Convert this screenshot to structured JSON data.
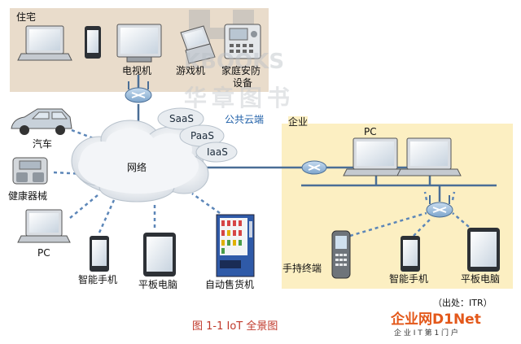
{
  "labels": {
    "home": "住宅",
    "tv": "电视机",
    "game_console": "游戏机",
    "home_security_line1": "家庭安防",
    "home_security_line2": "设备",
    "saas": "SaaS",
    "paas": "PaaS",
    "iaas": "IaaS",
    "public_cloud": "公共云端",
    "enterprise": "企业",
    "enterprise_pc": "PC",
    "car": "汽车",
    "fitness": "健康器械",
    "network": "网络",
    "pc": "PC",
    "smartphone": "智能手机",
    "tablet": "平板电脑",
    "vending": "自动售货机",
    "handheld": "手持终端",
    "ent_smartphone": "智能手机",
    "ent_tablet": "平板电脑"
  },
  "caption": "图 1-1   IoT 全景图",
  "source": "（出处：ITR）",
  "watermark": {
    "latin": "KBOOKS",
    "cjk": "华章图书"
  },
  "logo": {
    "main": "企业网D1Net",
    "sub": "企 业 I T 第 1 门 户"
  },
  "colors": {
    "home_box": "#e9dccb",
    "enterprise_box": "#fcefc2",
    "cloud_fill": "#eef1f4",
    "device_gray": "#d9dde2",
    "router_blue": "#8fb3d6",
    "dashed_link": "#5c86b8",
    "caption": "#c0392b",
    "label_blue": "#1f5fa8",
    "logo_orange": "#e3581a"
  }
}
